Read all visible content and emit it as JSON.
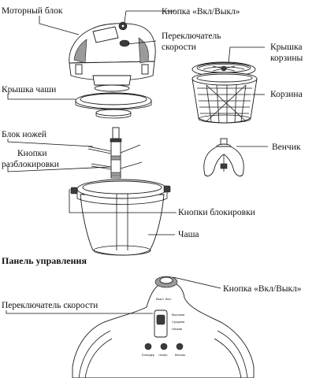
{
  "labels": {
    "motor_block": "Моторный блок",
    "power_button_top": "Кнопка «Вкл/Выкл»",
    "speed_switch_top": "Переключатель",
    "speed_switch_top_2": "скорости",
    "basket_lid": "Крышка",
    "basket_lid_2": "корзины",
    "basket": "Корзина",
    "bowl_lid": "Крышка чаши",
    "blade_block": "Блок ножей",
    "unlock_buttons": "Кнопки",
    "unlock_buttons_2": "разблокировки",
    "whisk": "Венчик",
    "lock_buttons": "Кнопки блокировки",
    "bowl": "Чаша",
    "panel_title": "Панель управления",
    "power_button_panel": "Кнопка «Вкл/Выкл»",
    "speed_switch_panel": "Переключатель скорости"
  },
  "panel_text": {
    "off": "Выкл",
    "on": "Вкл",
    "high": "Высокая",
    "medium": "Средняя",
    "low": "Низкая",
    "icon1": "Блендер",
    "icon2": "Чопер",
    "icon3": "Венчик"
  }
}
